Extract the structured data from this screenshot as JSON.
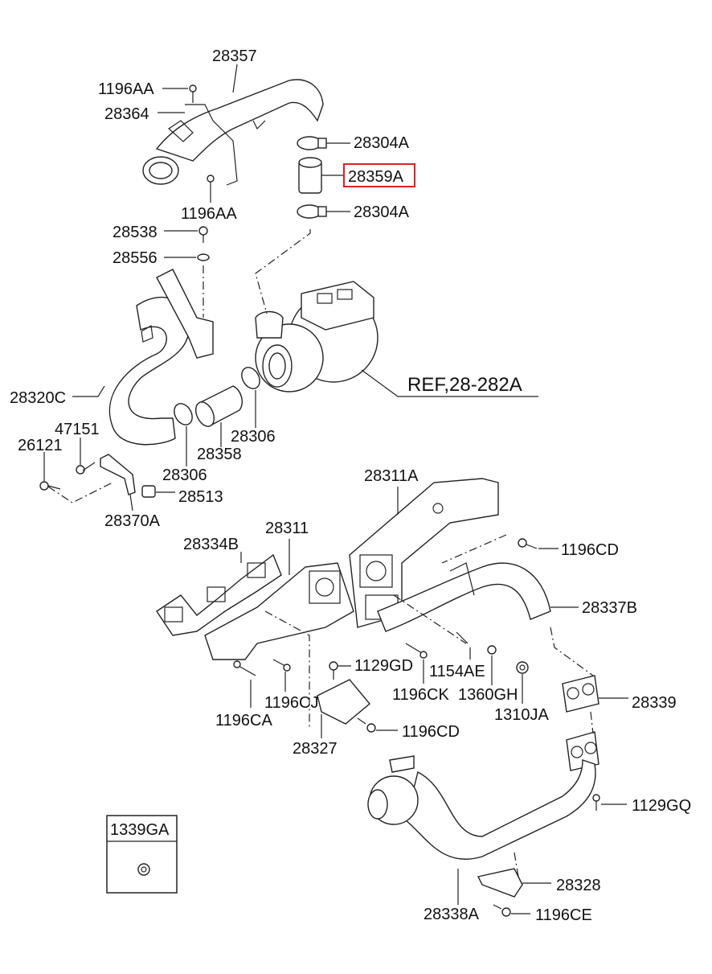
{
  "labels": {
    "p28357": "28357",
    "p1196AA_a": "1196AA",
    "p28364": "28364",
    "p28304A_a": "28304A",
    "p28359A": "28359A",
    "p28304A_b": "28304A",
    "p1196AA_b": "1196AA",
    "p28538": "28538",
    "p28556": "28556",
    "ref": "REF,28-282A",
    "p28320C": "28320C",
    "p47151": "47151",
    "p26121": "26121",
    "p28306_a": "28306",
    "p28358": "28358",
    "p28306_b": "28306",
    "p28513": "28513",
    "p28370A": "28370A",
    "p28311A": "28311A",
    "p28334B": "28334B",
    "p28311": "28311",
    "p1196CD_a": "1196CD",
    "p28337B": "28337B",
    "p1129GD": "1129GD",
    "p1154AE": "1154AE",
    "p1196CJ": "1196CJ",
    "p1196CK": "1196CK",
    "p1360GH": "1360GH",
    "p1196CA": "1196CA",
    "p1310JA": "1310JA",
    "p28339": "28339",
    "p1196CD_b": "1196CD",
    "p28327": "28327",
    "p1129GQ": "1129GQ",
    "p28328": "28328",
    "p28338A": "28338A",
    "p1196CE": "1196CE",
    "legend_code": "1339GA"
  },
  "highlight_color": "#e02020"
}
